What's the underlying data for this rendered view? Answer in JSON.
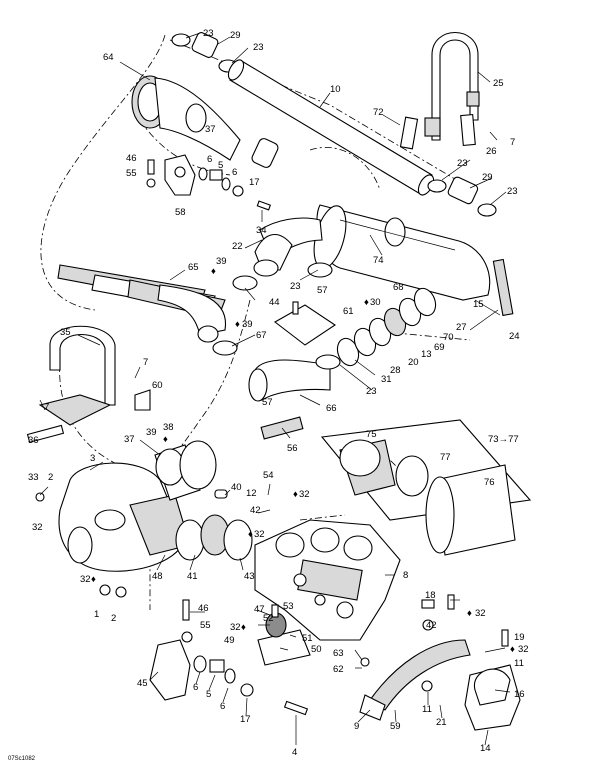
{
  "figure_id": "07Sc1082",
  "symbol": "♦",
  "callouts": [
    {
      "key": "c23a",
      "text": "23"
    },
    {
      "key": "c29a",
      "text": "29"
    },
    {
      "key": "c23b",
      "text": "23"
    },
    {
      "key": "c25",
      "text": "25"
    },
    {
      "key": "c64",
      "text": "64"
    },
    {
      "key": "c10",
      "text": "10"
    },
    {
      "key": "c72",
      "text": "72"
    },
    {
      "key": "c7a",
      "text": "7"
    },
    {
      "key": "c26",
      "text": "26"
    },
    {
      "key": "c37a",
      "text": "37"
    },
    {
      "key": "c46a",
      "text": "46"
    },
    {
      "key": "c6a",
      "text": "6"
    },
    {
      "key": "c5a",
      "text": "5"
    },
    {
      "key": "c6b",
      "text": "6"
    },
    {
      "key": "c55a",
      "text": "55"
    },
    {
      "key": "c17a",
      "text": "17"
    },
    {
      "key": "c58",
      "text": "58"
    },
    {
      "key": "c23c",
      "text": "23"
    },
    {
      "key": "c29b",
      "text": "29"
    },
    {
      "key": "c23d",
      "text": "23"
    },
    {
      "key": "c34",
      "text": "34"
    },
    {
      "key": "c22",
      "text": "22"
    },
    {
      "key": "c65",
      "text": "65"
    },
    {
      "key": "c39a",
      "text": "39"
    },
    {
      "key": "c74",
      "text": "74"
    },
    {
      "key": "c44",
      "text": "44"
    },
    {
      "key": "c23e",
      "text": "23"
    },
    {
      "key": "c57a",
      "text": "57"
    },
    {
      "key": "c68",
      "text": "68"
    },
    {
      "key": "c15",
      "text": "15"
    },
    {
      "key": "c39b",
      "text": "39"
    },
    {
      "key": "c61",
      "text": "61"
    },
    {
      "key": "c30",
      "text": "30"
    },
    {
      "key": "c27",
      "text": "27"
    },
    {
      "key": "c24",
      "text": "24"
    },
    {
      "key": "c35",
      "text": "35"
    },
    {
      "key": "c67",
      "text": "67"
    },
    {
      "key": "c70",
      "text": "70"
    },
    {
      "key": "c69",
      "text": "69"
    },
    {
      "key": "c13",
      "text": "13"
    },
    {
      "key": "c20",
      "text": "20"
    },
    {
      "key": "c28",
      "text": "28"
    },
    {
      "key": "c7b",
      "text": "7"
    },
    {
      "key": "c31",
      "text": "31"
    },
    {
      "key": "c60",
      "text": "60"
    },
    {
      "key": "c23f",
      "text": "23"
    },
    {
      "key": "c7c",
      "text": "7"
    },
    {
      "key": "c57b",
      "text": "57"
    },
    {
      "key": "c66",
      "text": "66"
    },
    {
      "key": "c36",
      "text": "36"
    },
    {
      "key": "c39c",
      "text": "39"
    },
    {
      "key": "c38",
      "text": "38"
    },
    {
      "key": "c37b",
      "text": "37"
    },
    {
      "key": "c56",
      "text": "56"
    },
    {
      "key": "c75",
      "text": "75"
    },
    {
      "key": "c73",
      "text": "73→77"
    },
    {
      "key": "c3",
      "text": "3"
    },
    {
      "key": "c77",
      "text": "77"
    },
    {
      "key": "c33",
      "text": "33"
    },
    {
      "key": "c2a",
      "text": "2"
    },
    {
      "key": "c40",
      "text": "40"
    },
    {
      "key": "c54",
      "text": "54"
    },
    {
      "key": "c76",
      "text": "76"
    },
    {
      "key": "c12",
      "text": "12"
    },
    {
      "key": "c32a",
      "text": "32"
    },
    {
      "key": "c42a",
      "text": "42"
    },
    {
      "key": "c32b",
      "text": "32"
    },
    {
      "key": "c32c",
      "text": "32"
    },
    {
      "key": "c8",
      "text": "8"
    },
    {
      "key": "c48",
      "text": "48"
    },
    {
      "key": "c41",
      "text": "41"
    },
    {
      "key": "c43",
      "text": "43"
    },
    {
      "key": "c32d",
      "text": "32"
    },
    {
      "key": "c18",
      "text": "18"
    },
    {
      "key": "c32e",
      "text": "32"
    },
    {
      "key": "c46b",
      "text": "46"
    },
    {
      "key": "c47",
      "text": "47"
    },
    {
      "key": "c53",
      "text": "53"
    },
    {
      "key": "c52",
      "text": "52"
    },
    {
      "key": "c1",
      "text": "1"
    },
    {
      "key": "c2b",
      "text": "2"
    },
    {
      "key": "c55b",
      "text": "55"
    },
    {
      "key": "c32f",
      "text": "32"
    },
    {
      "key": "c49",
      "text": "49"
    },
    {
      "key": "c42b",
      "text": "42"
    },
    {
      "key": "c51",
      "text": "51"
    },
    {
      "key": "c19",
      "text": "19"
    },
    {
      "key": "c50",
      "text": "50"
    },
    {
      "key": "c32g",
      "text": "32"
    },
    {
      "key": "c11a",
      "text": "11"
    },
    {
      "key": "c63",
      "text": "63"
    },
    {
      "key": "c62",
      "text": "62"
    },
    {
      "key": "c45",
      "text": "45"
    },
    {
      "key": "c6c",
      "text": "6"
    },
    {
      "key": "c5b",
      "text": "5"
    },
    {
      "key": "c6d",
      "text": "6"
    },
    {
      "key": "c16",
      "text": "16"
    },
    {
      "key": "c17b",
      "text": "17"
    },
    {
      "key": "c9",
      "text": "9"
    },
    {
      "key": "c59",
      "text": "59"
    },
    {
      "key": "c11b",
      "text": "11"
    },
    {
      "key": "c21",
      "text": "21"
    },
    {
      "key": "c4",
      "text": "4"
    },
    {
      "key": "c14",
      "text": "14"
    }
  ]
}
